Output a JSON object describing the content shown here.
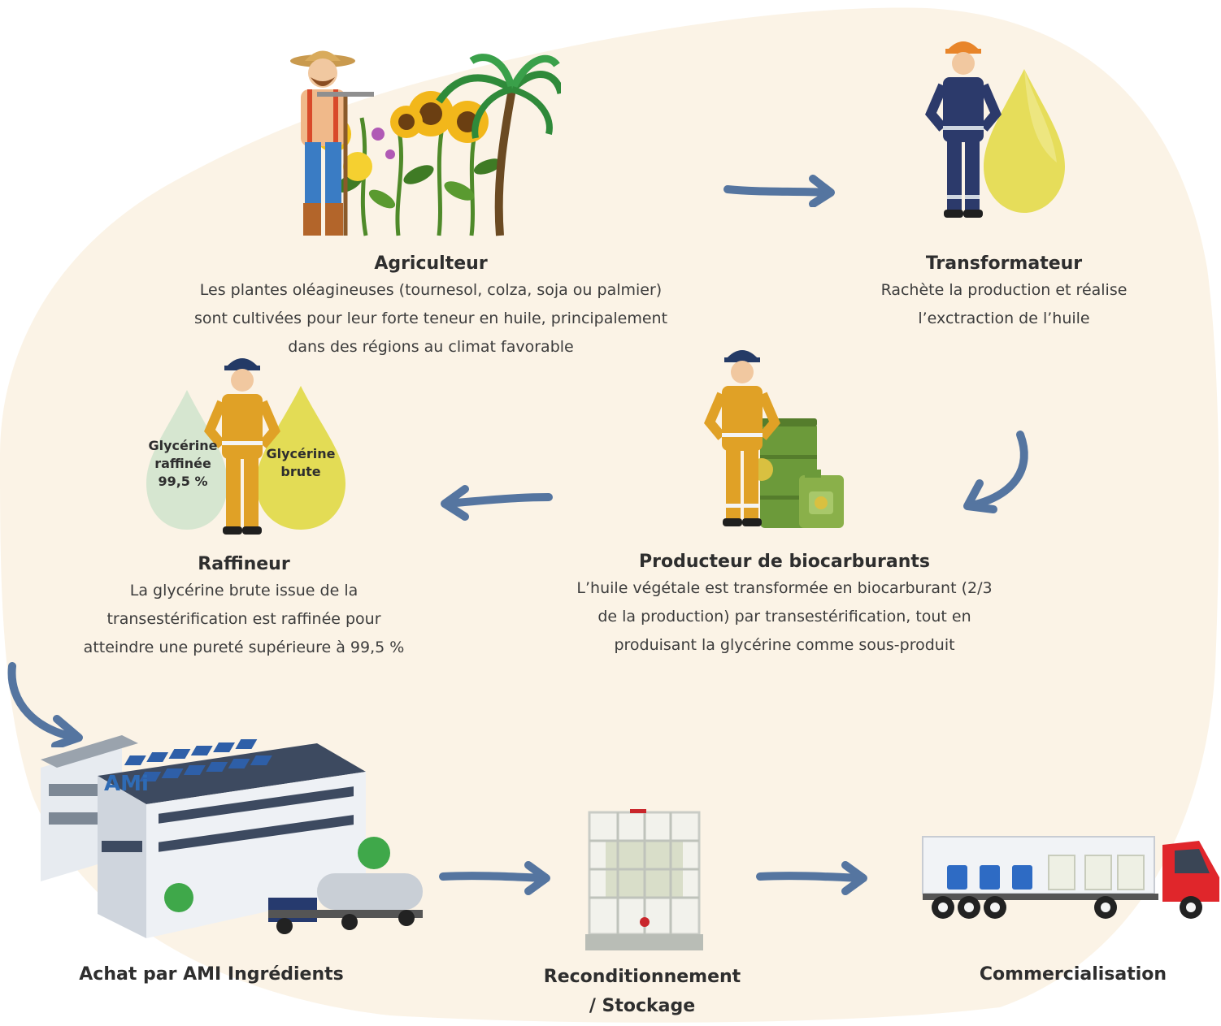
{
  "colors": {
    "background_blob": "#fbf3e6",
    "arrow": "#5575a0",
    "glycerine_brute": "#e3dc55",
    "glycerine_raffinee": "#d6e6d0",
    "oil_drop": "#e6dd5a",
    "worker_suit": "#e0a126",
    "transformer_suit": "#2c3a6b",
    "truck_cab": "#e0262b"
  },
  "icons": [
    "farmer-icon",
    "sunflower-icon",
    "palm-tree-icon",
    "worker-icon",
    "oil-drop-icon",
    "barrel-icon",
    "jerrycan-icon",
    "factory-icon",
    "ibc-container-icon",
    "truck-icon",
    "tanker-truck-icon",
    "arrow-icon"
  ],
  "steps": {
    "agriculteur": {
      "title": "Agriculteur",
      "lines": [
        "Les plantes oléagineuses (tournesol, colza, soja ou palmier)",
        "sont cultivées pour leur forte teneur en huile, principalement",
        "dans des régions au climat favorable"
      ]
    },
    "transformateur": {
      "title": "Transformateur",
      "lines": [
        "Rachète la production et réalise",
        "l’exctraction de l’huile"
      ]
    },
    "producteur": {
      "title": "Producteur de biocarburants",
      "lines": [
        "L’huile végétale est transformée en biocarburant (2/3",
        "de la production) par transestérification, tout en",
        "produisant la glycérine comme sous-produit"
      ]
    },
    "raffineur": {
      "title": "Raffineur",
      "lines": [
        "La glycérine brute issue de la",
        "transestérification est raffinée pour",
        "atteindre une pureté supérieure à 99,5 %"
      ],
      "drop_refined": [
        "Glycérine",
        "raffinée",
        "99,5 %"
      ],
      "drop_raw": [
        "Glycérine",
        "brute"
      ]
    },
    "achat": {
      "title": "Achat par AMI Ingrédients",
      "logo": "AMi"
    },
    "stockage": {
      "title_lines": [
        "Reconditionnement",
        "/ Stockage"
      ]
    },
    "commercialisation": {
      "title": "Commercialisation"
    }
  }
}
